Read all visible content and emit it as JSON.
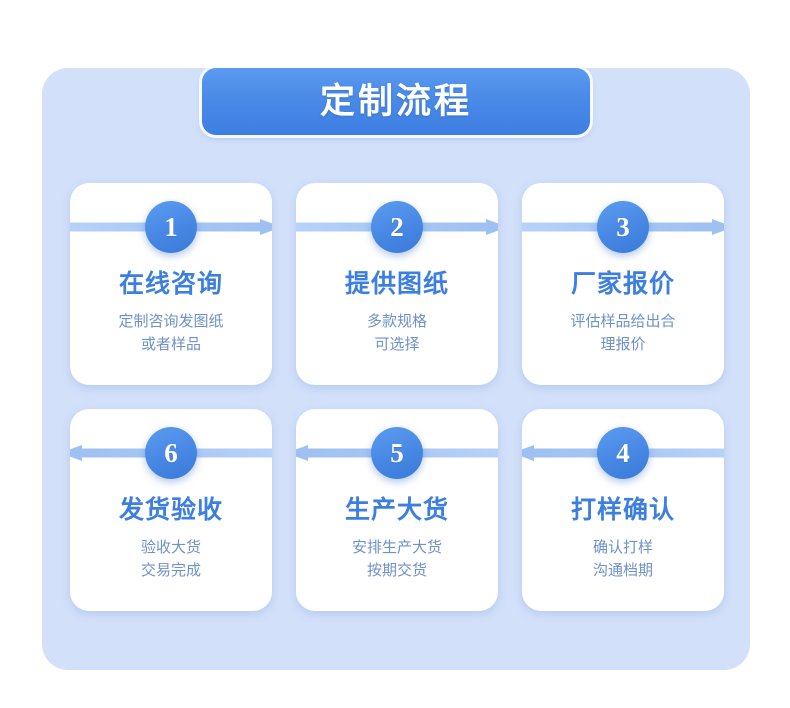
{
  "banner": {
    "title": "定制流程"
  },
  "colors": {
    "page_background": "#ffffff",
    "panel_background": "#d2e0fa",
    "banner_gradient_start": "#5c9bf0",
    "banner_gradient_end": "#3d7ee2",
    "card_background": "#ffffff",
    "circle_gradient_start": "#5b9cf0",
    "circle_gradient_end": "#3a7ad8",
    "title_color": "#3c7fe0",
    "description_color": "#6e91c8",
    "arrow_color": "#a8c8f5"
  },
  "rows": [
    {
      "direction": "right",
      "cards": [
        {
          "number": "1",
          "title": "在线咨询",
          "desc_lines": [
            "定制咨询发图纸",
            "或者样品"
          ]
        },
        {
          "number": "2",
          "title": "提供图纸",
          "desc_lines": [
            "多款规格",
            "可选择"
          ]
        },
        {
          "number": "3",
          "title": "厂家报价",
          "desc_lines": [
            "评估样品给出合",
            "理报价"
          ]
        }
      ]
    },
    {
      "direction": "left",
      "cards": [
        {
          "number": "6",
          "title": "发货验收",
          "desc_lines": [
            "验收大货",
            "交易完成"
          ]
        },
        {
          "number": "5",
          "title": "生产大货",
          "desc_lines": [
            "安排生产大货",
            "按期交货"
          ]
        },
        {
          "number": "4",
          "title": "打样确认",
          "desc_lines": [
            "确认打样",
            "沟通档期"
          ]
        }
      ]
    }
  ]
}
